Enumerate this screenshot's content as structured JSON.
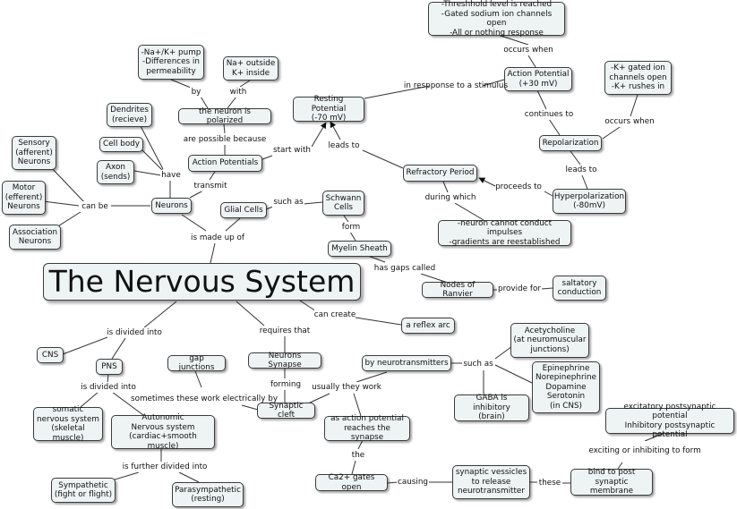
{
  "title": "The Nervous System",
  "concepts": {
    "threshold": "-Threshhold level is reached\n-Gated sodium ion channels open\n-All or nothing response",
    "action_potential_30": "Action Potential\n(+30 mV)",
    "na_k_pump": "-Na+/K+ pump\n-Differences in\npermeability",
    "na_outside": "Na+ outside\nK+ inside",
    "k_gated": "-K+ gated ion\nchannels open\n-K+ rushes in",
    "dendrites": "Dendrites\n(recieve)",
    "polarized": "the neuron is polarized",
    "resting": "Resting Potential\n(-70 mV)",
    "repolarization": "Repolarization",
    "sensory": "Sensory\n(afferent)\nNeurons",
    "cell_body": "Cell body",
    "action_potentials": "Action Potentials",
    "refractory": "Refractory Period",
    "axon": "Axon\n(sends)",
    "motor": "Motor\n(efferent)\nNeurons",
    "neurons": "Neurons",
    "glial": "Glial Cells",
    "schwann": "Schwann\nCells",
    "hyperpolarization": "Hyperpolarization\n(-80mV)",
    "association": "Association\nNeurons",
    "neuron_cannot": "-neuron cannot conduct impulses\n-gradients are reestablished",
    "myelin": "Myelin Sheath",
    "saltatory": "saltatory\nconduction",
    "ranvier": "Nodes of Ranvier",
    "reflex": "a reflex arc",
    "acetylcholine": "Acetycholine\n(at neuromuscular\njunctions)",
    "cns": "CNS",
    "gap_junctions": "gap junctions",
    "neurons_synapse": "Neurons Synapse",
    "by_neurotransmitters": "by neurotransmitters",
    "pns": "PNS",
    "epinephrine": "Epinephrine\nNorepinephrine\nDopamine\nSerotonin\n(in CNS)",
    "gaba": "GABA is inhibitory\n(brain)",
    "excitatory": "excitatory postsynaptic potential\nInhibitory postsynaptic potential",
    "synaptic_cleft": "Synaptic cleft",
    "somatic": "somatic\nnervous system\n(skeletal muscle)",
    "autonomic": "Autonomic\nNervous system\n(cardiac+smooth muscle)",
    "as_ap_reaches": "as action potential\nreaches the synapse",
    "ca_gates": "Ca2+ gates open",
    "vesicles": "synaptic vessicles\nto release\nneurotransmitter",
    "bind": "bind to post\nsynaptic membrane",
    "sympathetic": "Sympathetic\n(fight or flight)",
    "parasympathetic": "Parasympathetic\n(resting)"
  },
  "links": {
    "occurs_when": "occurs when",
    "in_response": "in respponse\nto a stimulus",
    "by": "by",
    "with": "with",
    "continues_to": "continues to",
    "occurs_when_2": "occurs when",
    "are_possible_because": "are possible because",
    "start_with": "start with",
    "leads_to": "leads to",
    "leads_to_2": "leads to",
    "have": "have",
    "transmit": "transmit",
    "proceeds_to": "proceeds to",
    "during_which": "during which",
    "such_as": "such as",
    "can_be": "can be",
    "form": "form",
    "is_made_up_of": "is made up of",
    "has_gaps_called": "has gaps called",
    "provide_for": "provide for",
    "can_create": "can create",
    "is_divided_into": "is divided into",
    "requires_that": "requires that",
    "such_as_2": "such as",
    "forming": "forming",
    "is_divided_into_2": "is divided into",
    "sometimes": "sometimes these\nwork electrically by",
    "usually_they_work": "usually they work",
    "exciting": "exciting or inhibiting\nto form",
    "the": "the",
    "is_further_divided_into": "is further divided into",
    "causing": "causing",
    "these": "these"
  }
}
